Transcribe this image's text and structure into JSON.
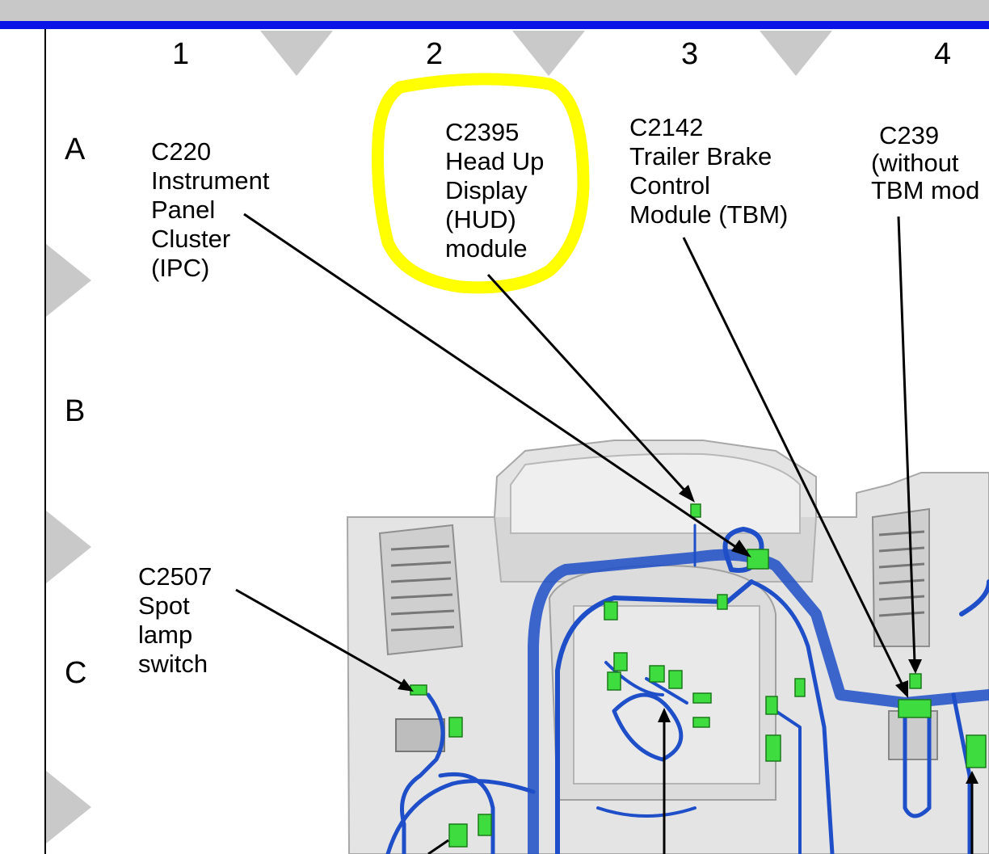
{
  "grid": {
    "columns": [
      "1",
      "2",
      "3",
      "4"
    ],
    "rows": [
      "A",
      "B",
      "C"
    ]
  },
  "labels": {
    "c220": [
      "C220",
      "Instrument",
      "Panel",
      "Cluster",
      "(IPC)"
    ],
    "c2395": [
      "C2395",
      "Head Up",
      "Display",
      "(HUD)",
      "module"
    ],
    "c2142": [
      "C2142",
      "Trailer Brake",
      "Control",
      "Module (TBM)"
    ],
    "c239": [
      "C239",
      "(without",
      "TBM mod"
    ],
    "c2507": [
      "C2507",
      "Spot",
      "lamp",
      "switch"
    ]
  },
  "colors": {
    "highlight": "#ffff00",
    "harness": "#1f4fc8",
    "connector": "#3fdc3f",
    "border": "#0a14e6"
  }
}
